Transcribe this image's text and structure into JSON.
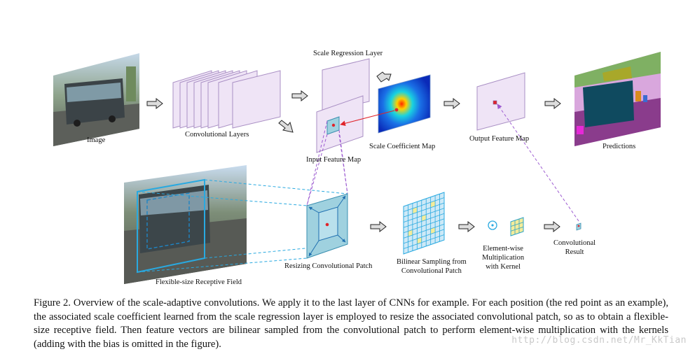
{
  "labels": {
    "image": "Image",
    "conv_layers": "Convolutional Layers",
    "scale_regression": "Scale Regression Layer",
    "input_feature_map": "Input Feature Map",
    "scale_coeff_map": "Scale Coefficient Map",
    "output_feature_map": "Output Feature Map",
    "predictions": "Predictions",
    "receptive_field": "Flexible-size Receptive Field",
    "resizing_patch": "Resizing Convolutional Patch",
    "bilinear_line1": "Bilinear Sampling from",
    "bilinear_line2": "Convolutional Patch",
    "elementwise_line1": "Element-wise",
    "elementwise_line2": "Multiplication",
    "elementwise_line3": "with Kernel",
    "conv_result_line1": "Convolutional",
    "conv_result_line2": "Result"
  },
  "caption": "Figure 2.  Overview of the scale-adaptive convolutions. We apply it to the last layer of CNNs for example. For each position (the red point as an example), the associated scale coefficient learned from the scale regression layer is employed to resize the associated convolutional patch, so as to obtain a flexible-size receptive field. Then feature vectors are bilinear sampled from the convolutional patch to perform element-wise multiplication with the kernels (adding with the bias is omitted in the figure).",
  "watermark": "http://blog.csdn.net/Mr_KkTian",
  "colors": {
    "feature_map_fill": "#efe4f6",
    "feature_map_stroke": "#a98fc4",
    "cyan": "#29a9e0",
    "red_point": "#e0242a",
    "purple_dashed": "#9b59d0",
    "grid_fill": "#cde9f7"
  }
}
